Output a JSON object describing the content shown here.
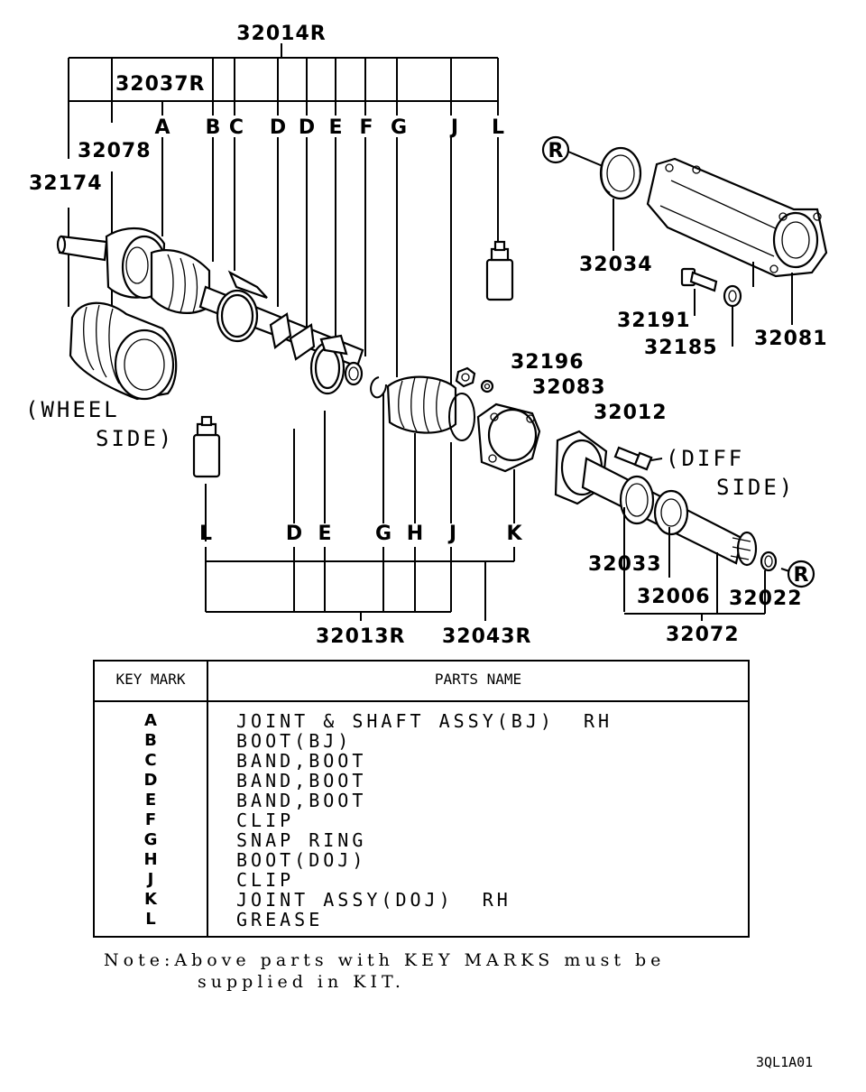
{
  "part_numbers": {
    "p32014R": "32014R",
    "p32037R": "32037R",
    "p32078": "32078",
    "p32174": "32174",
    "p32034": "32034",
    "p32191": "32191",
    "p32185": "32185",
    "p32081": "32081",
    "p32196": "32196",
    "p32083": "32083",
    "p32012": "32012",
    "p32033": "32033",
    "p32006": "32006",
    "p32022": "32022",
    "p32072": "32072",
    "p32013R": "32013R",
    "p32043R": "32043R"
  },
  "callouts_top": [
    "A",
    "B",
    "C",
    "D",
    "D",
    "E",
    "F",
    "G",
    "J",
    "L"
  ],
  "callouts_bottom": [
    "L",
    "D",
    "E",
    "G",
    "H",
    "J",
    "K"
  ],
  "r_marks": [
    "R",
    "R"
  ],
  "side_labels": {
    "wheel_1": "(WHEEL",
    "wheel_2": "SIDE)",
    "diff_1": "(DIFF",
    "diff_2": "SIDE)"
  },
  "table": {
    "col_key": "KEY MARK",
    "col_name": "PARTS NAME",
    "rows": [
      {
        "key": "A",
        "name": "JOINT & SHAFT ASSY(BJ)  RH"
      },
      {
        "key": "B",
        "name": "BOOT(BJ)"
      },
      {
        "key": "C",
        "name": "BAND,BOOT"
      },
      {
        "key": "D",
        "name": "BAND,BOOT"
      },
      {
        "key": "E",
        "name": "BAND,BOOT"
      },
      {
        "key": "F",
        "name": "CLIP"
      },
      {
        "key": "G",
        "name": "SNAP RING"
      },
      {
        "key": "H",
        "name": "BOOT(DOJ)"
      },
      {
        "key": "J",
        "name": "CLIP"
      },
      {
        "key": "K",
        "name": "JOINT ASSY(DOJ)  RH"
      },
      {
        "key": "L",
        "name": "GREASE"
      }
    ]
  },
  "note": {
    "line1": "Note:Above parts with KEY MARKS must be",
    "line2": "supplied in KIT."
  },
  "diagram_code": "3QL1A01"
}
